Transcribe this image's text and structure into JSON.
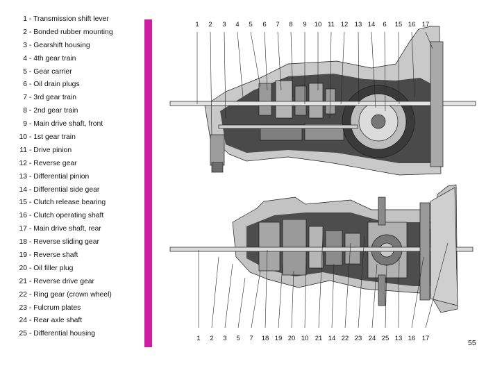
{
  "legend": [
    {
      "n": "1",
      "text": "Transmission shift lever"
    },
    {
      "n": "2",
      "text": "Bonded rubber mounting"
    },
    {
      "n": "3",
      "text": "Gearshift housing"
    },
    {
      "n": "4",
      "text": "4th gear train"
    },
    {
      "n": "5",
      "text": "Gear carrier"
    },
    {
      "n": "6",
      "text": "Oil drain plugs"
    },
    {
      "n": "7",
      "text": "3rd gear train"
    },
    {
      "n": "8",
      "text": "2nd gear train"
    },
    {
      "n": "9",
      "text": "Main drive shaft, front"
    },
    {
      "n": "10",
      "text": "1st gear train"
    },
    {
      "n": "11",
      "text": "Drive pinion"
    },
    {
      "n": "12",
      "text": "Reverse gear"
    },
    {
      "n": "13",
      "text": "Differential pinion"
    },
    {
      "n": "14",
      "text": "Differential side gear"
    },
    {
      "n": "15",
      "text": "Clutch release bearing"
    },
    {
      "n": "16",
      "text": "Clutch operating shaft"
    },
    {
      "n": "17",
      "text": "Main drive shaft, rear"
    },
    {
      "n": "18",
      "text": "Reverse sliding gear"
    },
    {
      "n": "19",
      "text": "Reverse shaft"
    },
    {
      "n": "20",
      "text": "Oil filler plug"
    },
    {
      "n": "21",
      "text": "Reverse drive gear"
    },
    {
      "n": "22",
      "text": "Ring gear (crown wheel)"
    },
    {
      "n": "23",
      "text": "Fulcrum plates"
    },
    {
      "n": "24",
      "text": "Rear axle shaft"
    },
    {
      "n": "25",
      "text": "Differential housing"
    }
  ],
  "top_callouts": [
    "1",
    "2",
    "3",
    "4",
    "5",
    "6",
    "7",
    "8",
    "9",
    "10",
    "11",
    "12",
    "13",
    "14",
    "6",
    "15",
    "16",
    "17"
  ],
  "bottom_callouts": [
    "1",
    "2",
    "3",
    "5",
    "7",
    "18",
    "19",
    "20",
    "10",
    "21",
    "14",
    "22",
    "23",
    "24",
    "25",
    "13",
    "16",
    "17"
  ],
  "page_number": "55",
  "colors": {
    "accent": "#cc1fa4",
    "ink": "#1a1a1a"
  }
}
